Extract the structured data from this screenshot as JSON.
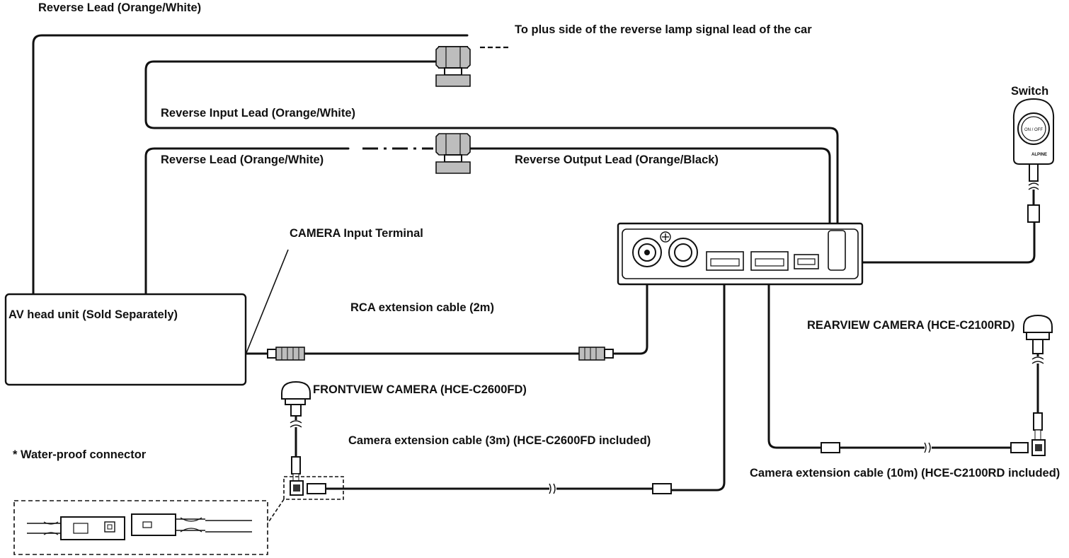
{
  "labels": {
    "reverse_lead_top": "Reverse Lead (Orange/White)",
    "to_plus_side": "To plus side of the reverse lamp signal lead of the car",
    "switch": "Switch",
    "reverse_input_lead": "Reverse Input Lead (Orange/White)",
    "reverse_lead_mid": "Reverse Lead (Orange/White)",
    "reverse_output_lead": "Reverse Output Lead (Orange/Black)",
    "camera_input_terminal": "CAMERA Input Terminal",
    "av_head_unit": "AV head unit (Sold Separately)",
    "rca_extension": "RCA extension cable (2m)",
    "rearview_camera": "REARVIEW CAMERA (HCE-C2100RD)",
    "frontview_camera": "FRONTVIEW CAMERA (HCE-C2600FD)",
    "camera_ext_3m": "Camera extension cable (3m) (HCE-C2600FD included)",
    "water_proof": "* Water-proof connector",
    "camera_ext_10m": "Camera extension cable (10m) (HCE-C2100RD included)",
    "switch_button": "ON / OFF",
    "switch_brand": "ALPINE"
  },
  "icons": [
    "splice-connector-icon",
    "rca-plug-icon",
    "camera-icon",
    "switch-icon",
    "interface-box-icon",
    "waterproof-connector-icon"
  ]
}
